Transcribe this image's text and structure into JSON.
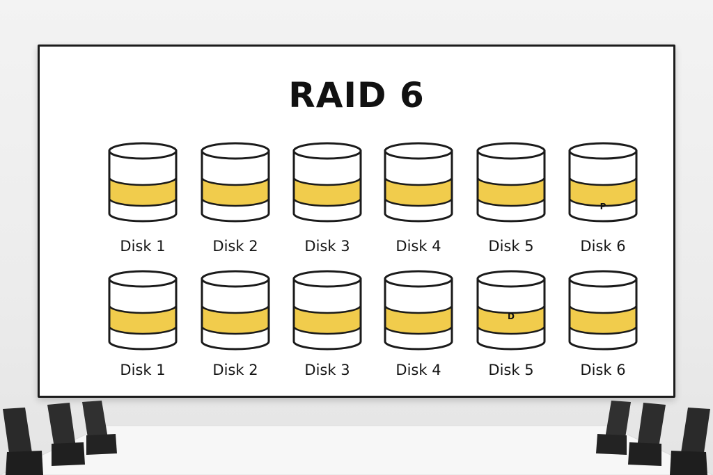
{
  "title": "RAID 6",
  "colors": {
    "stripe": "#f1cc4c",
    "outline": "#1a1a1a",
    "screen_border": "#1c1c1c"
  },
  "rows": [
    {
      "disks": [
        {
          "label": "Disk 1",
          "marker": ""
        },
        {
          "label": "Disk 2",
          "marker": ""
        },
        {
          "label": "Disk 3",
          "marker": ""
        },
        {
          "label": "Disk 4",
          "marker": ""
        },
        {
          "label": "Disk 5",
          "marker": ""
        },
        {
          "label": "Disk 6",
          "marker": "P"
        }
      ]
    },
    {
      "disks": [
        {
          "label": "Disk 1",
          "marker": ""
        },
        {
          "label": "Disk 2",
          "marker": ""
        },
        {
          "label": "Disk 3",
          "marker": ""
        },
        {
          "label": "Disk 4",
          "marker": ""
        },
        {
          "label": "Disk 5",
          "marker": "D"
        },
        {
          "label": "Disk 6",
          "marker": ""
        }
      ]
    }
  ]
}
